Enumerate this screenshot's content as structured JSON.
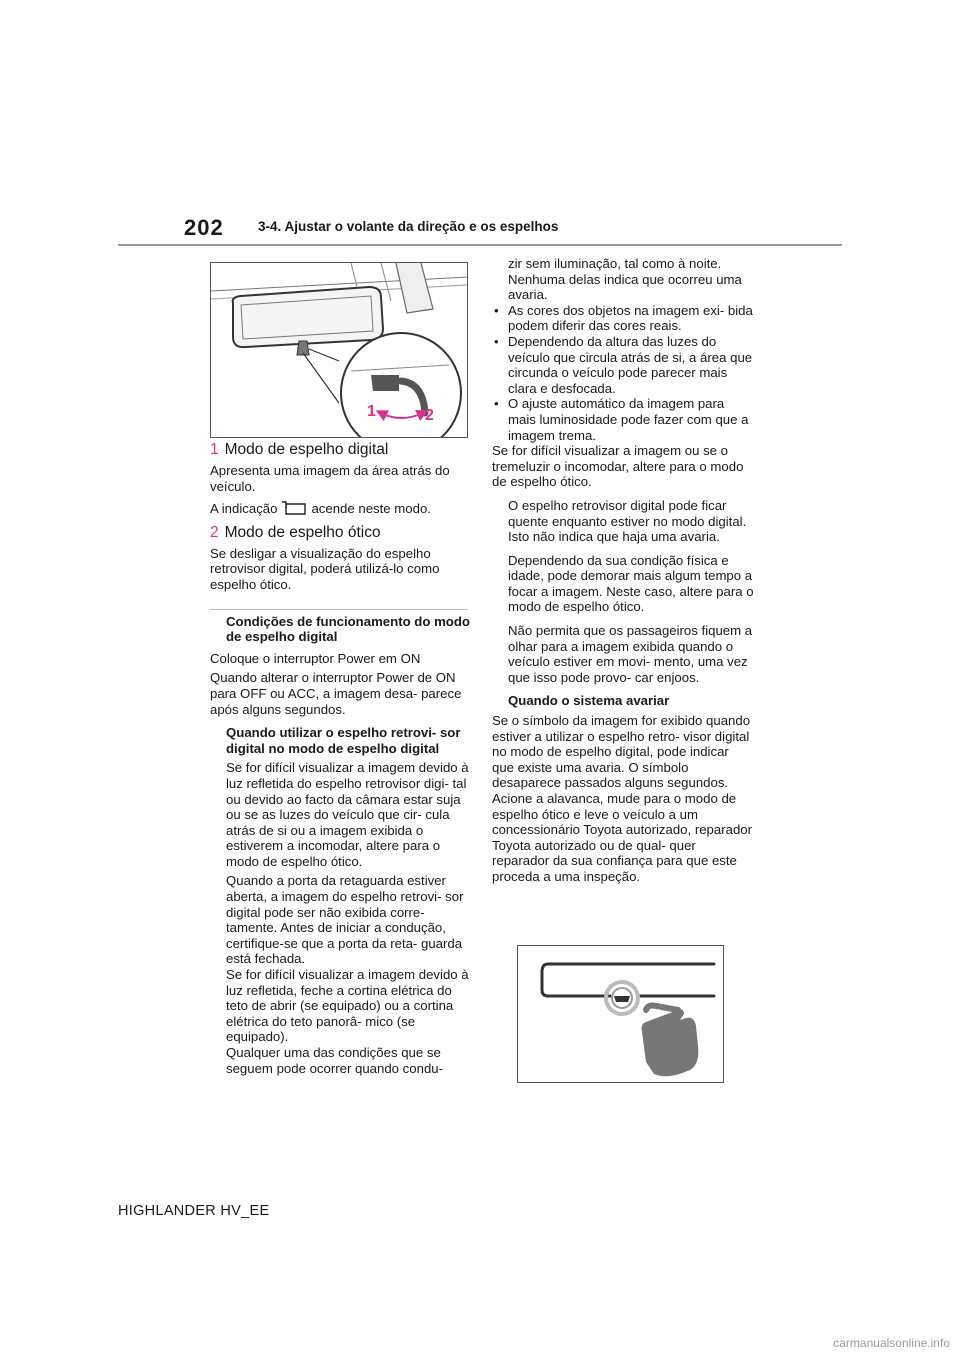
{
  "header": {
    "page_number": "202",
    "section_title": "3-4. Ajustar o volante da direção e os espelhos"
  },
  "figure_top": {
    "callout_1": "1",
    "callout_2": "2"
  },
  "left_column": {
    "item1_num": "1",
    "item1_title": "Modo de espelho digital",
    "item1_text1": "Apresenta uma imagem da área atrás do veículo.",
    "item1_text2_pre": "A indicação",
    "item1_text2_post": "acende neste modo.",
    "item2_num": "2",
    "item2_title": "Modo de espelho ótico",
    "item2_text": "Se desligar a visualização do espelho retrovisor digital, poderá utilizá-lo como espelho ótico.",
    "cond_head": "Condições de funcionamento do modo de espelho digital",
    "cond_text1": "Coloque o interruptor Power em ON",
    "cond_text2": "Quando alterar o interruptor Power de ON para OFF ou ACC, a imagem desa- parece após alguns segundos.",
    "use_head": "Quando utilizar o espelho retrovi- sor digital no modo de espelho digital",
    "use_text1": "Se for difícil visualizar a imagem devido à luz refletida do espelho retrovisor digi- tal ou devido ao facto da câmara estar suja ou se as luzes do veículo que cir- cula atrás de si ou a imagem exibida o estiverem a incomodar, altere para o modo de espelho ótico.",
    "use_text2": "Quando a porta da retaguarda estiver aberta, a imagem do espelho retrovi- sor digital pode ser não exibida corre- tamente. Antes de iniciar a condução, certifique-se que a porta da reta- guarda está fechada.",
    "use_text3": "Se for difícil visualizar a imagem devido à luz refletida, feche a cortina elétrica do teto de abrir (se equipado) ou a cortina elétrica do teto panorâ- mico (se equipado).",
    "use_text4": "Qualquer uma das condições que se seguem pode ocorrer quando condu-"
  },
  "right_column": {
    "cont_text": "zir sem iluminação, tal como à noite. Nenhuma delas indica que ocorreu uma avaria.",
    "bullets": [
      "As cores dos objetos na imagem exi- bida podem diferir das cores reais.",
      "Dependendo da altura das luzes do veículo que circula atrás de si, a área que circunda o veículo pode parecer mais clara e desfocada.",
      "O ajuste automático da imagem para mais luminosidade pode fazer com que a imagem trema."
    ],
    "after_bullets": "Se for difícil visualizar a imagem ou se o tremeluzir o incomodar, altere para o modo de espelho ótico.",
    "para1": "O espelho retrovisor digital pode ficar quente enquanto estiver no modo digital.",
    "para1b": "Isto não indica que haja uma avaria.",
    "para2": "Dependendo da sua condição física e idade, pode demorar mais algum tempo a focar a imagem. Neste caso, altere para o modo de espelho ótico.",
    "para3": "Não permita que os passageiros fiquem a olhar para a imagem exibida quando o veículo estiver em movi- mento, uma vez que isso pode provo- car enjoos.",
    "fail_head": "Quando o sistema avariar",
    "fail_text": "Se o símbolo da imagem for exibido quando estiver a utilizar o espelho retro- visor digital no modo de espelho digital, pode indicar que existe uma avaria. O símbolo desaparece passados alguns segundos. Acione a alavanca, mude para o modo de espelho ótico e leve o veículo a um concessionário Toyota autorizado, reparador Toyota autorizado ou de qual- quer reparador da sua confiança para que este proceda a uma inspeção."
  },
  "footer": {
    "model": "HIGHLANDER HV_EE",
    "watermark": "carmanualsonline.info"
  },
  "colors": {
    "accent": "#d9308f",
    "rule": "#9a9a9a"
  }
}
